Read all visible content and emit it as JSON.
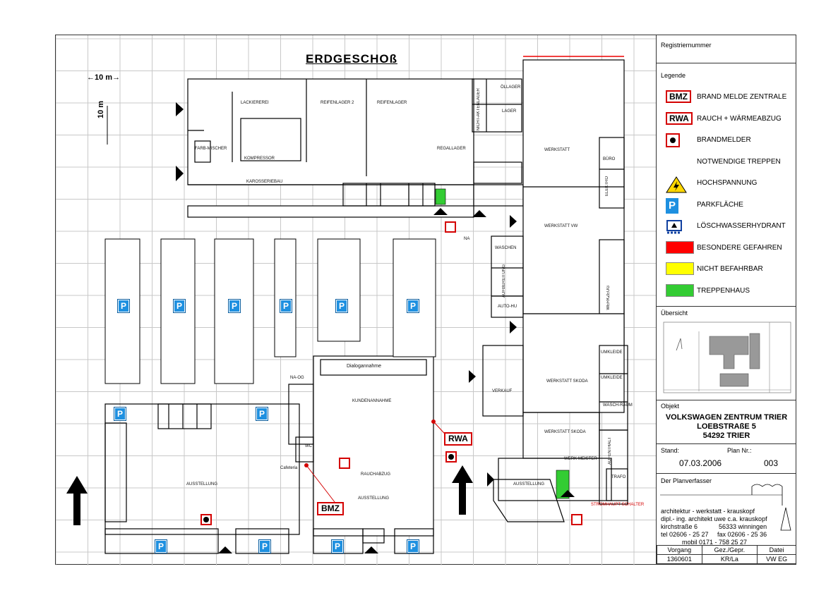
{
  "plan": {
    "title": "ERDGESCHOß",
    "scale_h": "←10 m→",
    "scale_v": "10 m",
    "parking_symbol": "P",
    "rooms": {
      "lackiererei": "LACKIEREREI",
      "reifenlager2": "REIFENLAGER 2",
      "reifenlager": "REIFENLAGER",
      "nichtaktenlager": "NICHT-AKTENLAGER",
      "oellager": "ÖLLAGER",
      "lager": "LAGER",
      "regallager": "REGALLAGER",
      "werkstatt": "WERKSTATT",
      "werkstatt_vw": "WERKSTATT VW",
      "werkstatt_skoda": "WERKSTATT SKODA",
      "werkstatt_skoda2": "WERKSTATT SKODA",
      "buero": "BÜRO",
      "elektro": "ELEKTRO",
      "kompressor": "KOMPRESSOR",
      "farbmischer": "FARB-MISCHER",
      "karosseriebau": "KAROSSERIEBAU",
      "waschen": "WASCHEN",
      "aufbereitung": "AUFBEREITUNG",
      "autohu": "AUTO-HU",
      "na": "NA",
      "dialogannahme": "Dialogannahme",
      "kundenannahme": "KUNDENANNAHME",
      "rauchabzug": "RAUCHABZUG",
      "ausstellung": "AUSSTELLUNG",
      "ausstellung2": "AUSSTELLUNG",
      "ausstellung3": "AUSSTELLUNG",
      "cafeteria": "Cafeteria",
      "verkauf": "VERKAUF",
      "umkleide": "UMKLEIDE",
      "umkleide2": "UMKLEIDE",
      "waschraum": "WASCH-RAUM",
      "werkzeug": "WERKZEUG",
      "werkmeister": "WERK-MEISTER",
      "aufenthalt": "AUFENTHALT",
      "trafo": "TRAFO",
      "stromhaupt": "STROMHAUPT-SCHALTER",
      "naog": "NA-OG",
      "wc": "WC"
    },
    "tags": {
      "bmz": "BMZ",
      "rwa": "RWA"
    }
  },
  "panel": {
    "registriernummer": "Registriernummer",
    "legende": "Legende",
    "legend_items": [
      {
        "symbol": "BMZ",
        "text": "BRAND MELDE ZENTRALE"
      },
      {
        "symbol": "RWA",
        "text": "RAUCH + WÄRMEABZUG"
      },
      {
        "symbol": "dot",
        "text": "BRANDMELDER"
      },
      {
        "symbol": "stairs",
        "text": "NOTWENDIGE TREPPEN"
      },
      {
        "symbol": "hv",
        "text": "HOCHSPANNUNG"
      },
      {
        "symbol": "P",
        "text": "PARKFLÄCHE"
      },
      {
        "symbol": "hydrant",
        "text": "LÖSCHWASSERHYDRANT"
      },
      {
        "symbol": "red",
        "text": "BESONDERE GEFAHREN"
      },
      {
        "symbol": "yellow",
        "text": "NICHT BEFAHRBAR"
      },
      {
        "symbol": "green",
        "text": "TREPPENHAUS"
      }
    ],
    "colors": {
      "red": "#ff0000",
      "yellow": "#ffff00",
      "green": "#33cc33",
      "parking": "#1e90e0",
      "tag_border": "#d40000"
    },
    "uebersicht": "Übersicht",
    "objekt": "Objekt",
    "objekt_lines": [
      "VOLKSWAGEN ZENTRUM TRIER",
      "LOEBSTRAßE 5",
      "54292 TRIER"
    ],
    "stand_label": "Stand:",
    "plan_nr_label": "Plan Nr.:",
    "stand_value": "07.03.2006",
    "plan_nr_value": "003",
    "planverfasser": "Der Planverfasser",
    "verfasser_lines": [
      "architektur - werkstatt - krauskopf",
      "dipl.- ing. architekt uwe c.a. krauskopf",
      "kirchstraße 6            56333 winningen",
      "tel 02606 - 25 27     fax 02606 - 25 36",
      "mobil 0171 - 758 25 27"
    ],
    "footer_headers": [
      "Vorgang",
      "Gez./Gepr.",
      "Datei"
    ],
    "footer_values": [
      "1360601",
      "KR/La",
      "VW EG"
    ]
  }
}
